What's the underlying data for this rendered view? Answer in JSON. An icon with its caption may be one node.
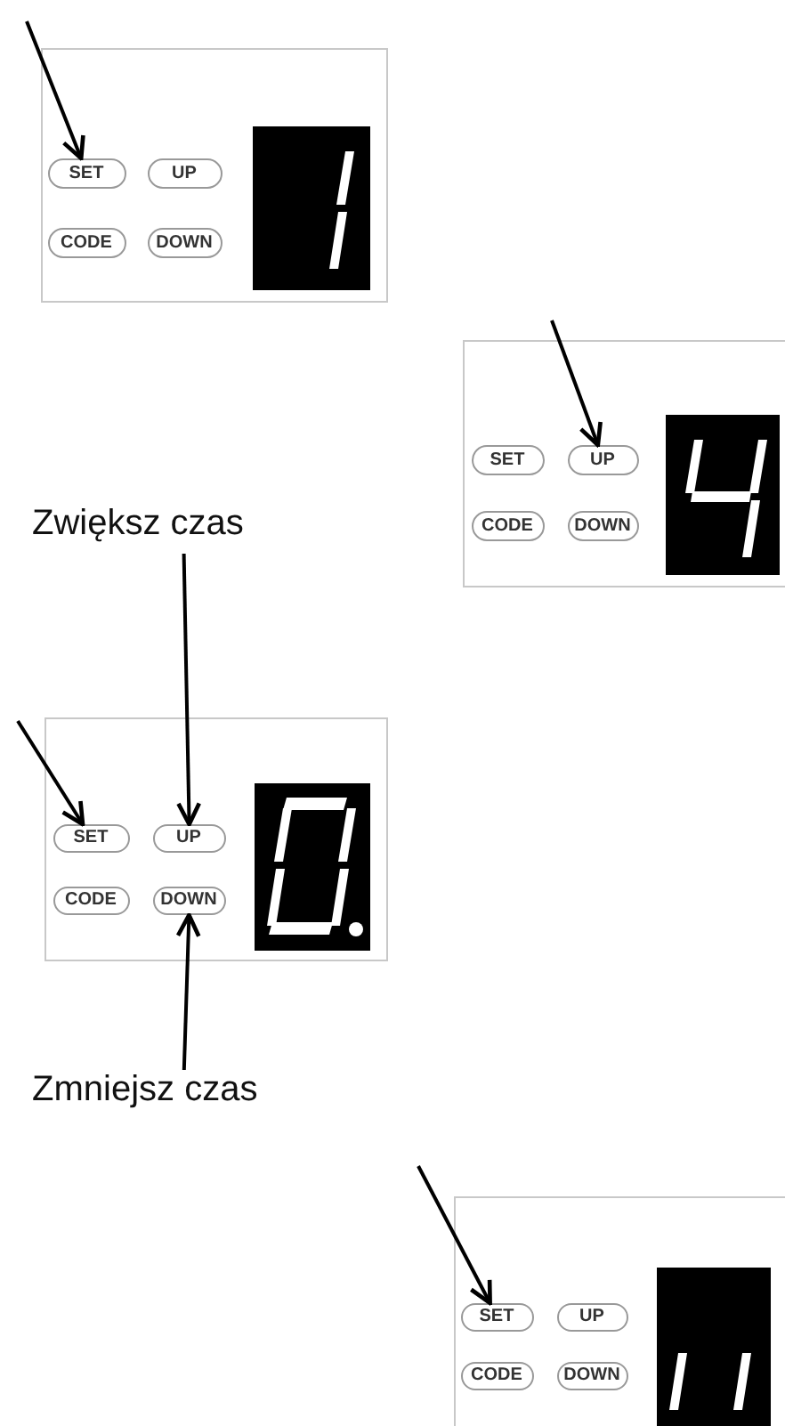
{
  "diagram": {
    "nodes": [
      {
        "text": [],
        "shape": "box"
      },
      {
        "text": [
          "SET"
        ],
        "in": 0
      },
      {
        "text": [
          "UP"
        ],
        "in": 0
      },
      {
        "text": [
          "CODE"
        ],
        "in": 0
      },
      {
        "text": [
          "DOWN"
        ],
        "in": 0
      },
      {
        "text": [],
        "shape": "box"
      },
      {
        "text": [
          "SET"
        ],
        "in": 5
      },
      {
        "text": [
          "UP"
        ],
        "in": 5
      },
      {
        "text": [
          "CODE"
        ],
        "in": 5
      },
      {
        "text": [
          "DOWN"
        ],
        "in": 5
      },
      {
        "text": [
          "Zwiększ czas"
        ]
      },
      {
        "text": [],
        "shape": "box"
      },
      {
        "text": [
          "SET"
        ],
        "in": 11
      },
      {
        "text": [
          "UP"
        ],
        "in": 11
      },
      {
        "text": [
          "CODE"
        ],
        "in": 11
      },
      {
        "text": [
          "DOWN"
        ],
        "in": 11
      },
      {
        "text": [
          "Zmniejsz czas"
        ]
      },
      {
        "text": [],
        "shape": "box"
      },
      {
        "text": [
          "SET"
        ],
        "in": 17
      },
      {
        "text": [
          "UP"
        ],
        "in": 17
      },
      {
        "text": [
          "CODE"
        ],
        "in": 17
      },
      {
        "text": [
          "DOWN"
        ],
        "in": 17
      }
    ],
    "edges": [
      {
        "from": null,
        "to": 1,
        "arrow": "to"
      },
      {
        "from": null,
        "to": 7,
        "arrow": "to"
      },
      {
        "from": null,
        "to": 12,
        "arrow": "to"
      },
      {
        "from": 10,
        "to": 13,
        "arrow": "to"
      },
      {
        "from": 16,
        "to": 15,
        "arrow": "to"
      },
      {
        "from": null,
        "to": 18,
        "arrow": "to"
      }
    ]
  }
}
